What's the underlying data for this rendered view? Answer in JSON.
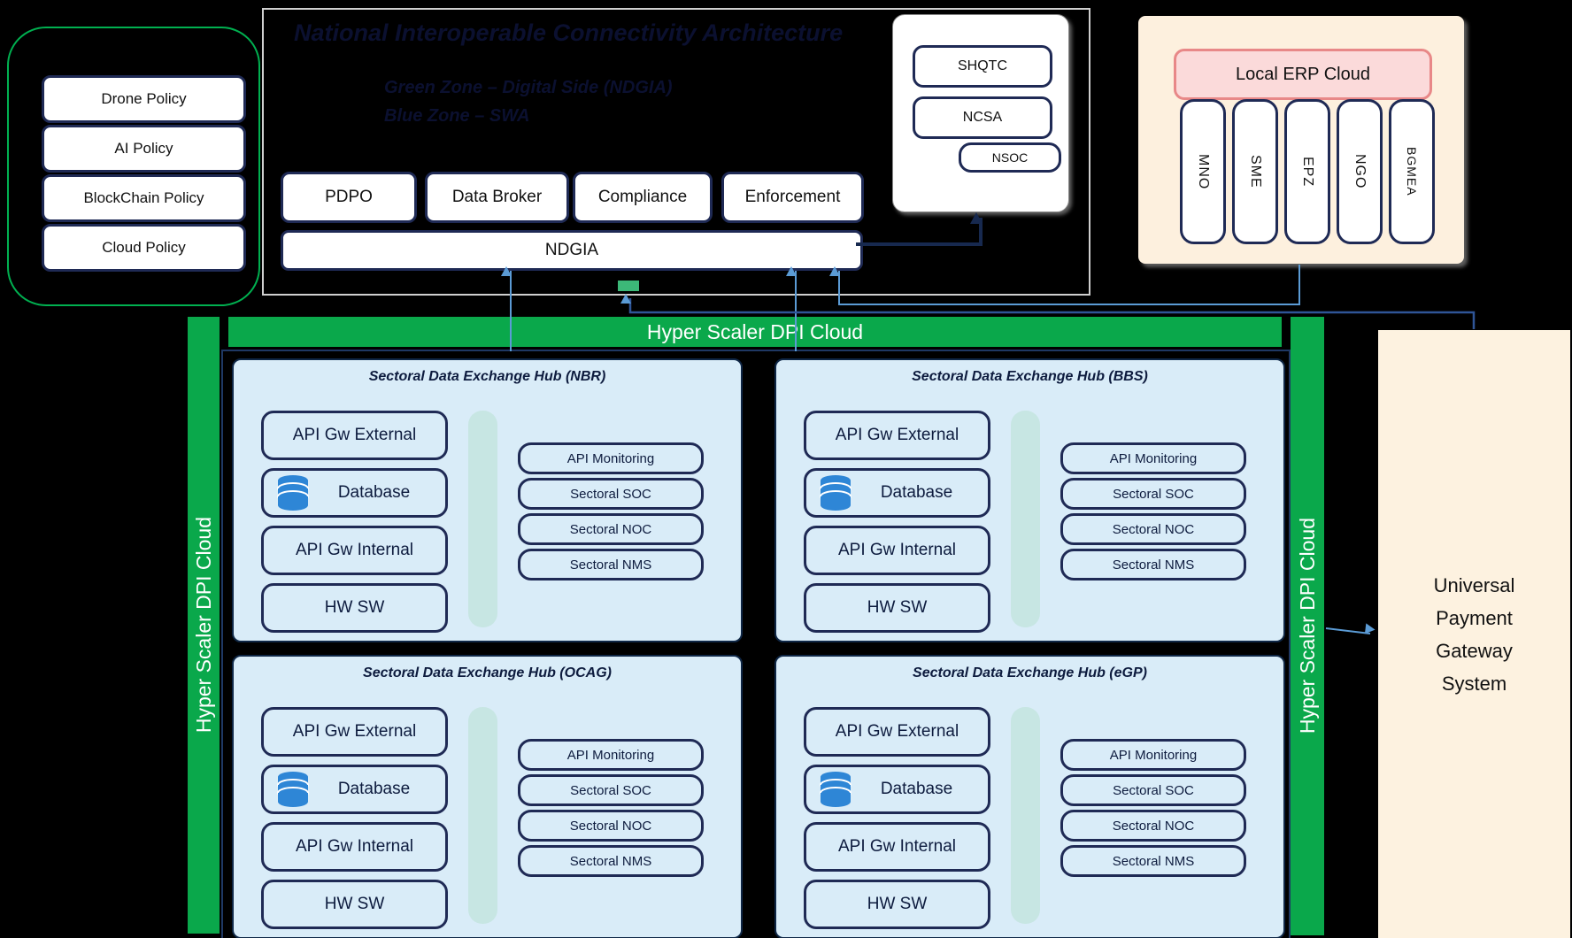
{
  "colors": {
    "background": "#000000",
    "dpi_green": "#0aa84b",
    "green_chip": "#3cb878",
    "policy_border_green": "#00b050",
    "navy_border": "#1f2a55",
    "hub_panel_blue": "#d9ecf8",
    "teal_bar": "#c7e6e3",
    "erp_cream": "#fdf0de",
    "erp_header_pink": "#fbdada",
    "erp_header_border": "#e88888",
    "payment_cream": "#fdf2e0",
    "arrow_light_blue": "#5b9bd5",
    "connector_navy": "#17294f",
    "database_icon_blue": "#2e86d6"
  },
  "policy_panel": {
    "items": [
      "Drone Policy",
      "AI Policy",
      "BlockChain Policy",
      "Cloud Policy"
    ]
  },
  "nica": {
    "title": "National Interoperable Connectivity Architecture",
    "legend_line1": "Green Zone – Digital Side (NDGIA)",
    "legend_line2": "Blue Zone – SWA",
    "boxes": [
      "PDPO",
      "Data Broker",
      "Compliance",
      "Enforcement"
    ],
    "bar_label": "NDGIA"
  },
  "gov_box": {
    "items": [
      "SHQTC",
      "NCSA",
      "NSOC"
    ]
  },
  "erp_cloud": {
    "title": "Local ERP Cloud",
    "pillars": [
      "MNO",
      "SME",
      "EPZ",
      "NGO",
      "BGMEA"
    ]
  },
  "dpi_cloud": {
    "banner_label": "Hyper Scaler DPI Cloud",
    "left_bar_label": "Hyper Scaler DPI Cloud",
    "right_bar_label": "Hyper Scaler DPI Cloud"
  },
  "hubs": [
    {
      "title": "Sectoral Data Exchange Hub (NBR)",
      "left_boxes": [
        "API Gw External",
        "Database",
        "API Gw Internal",
        "HW SW"
      ],
      "right_pills": [
        "API Monitoring",
        "Sectoral SOC",
        "Sectoral NOC",
        "Sectoral NMS"
      ]
    },
    {
      "title": "Sectoral Data Exchange Hub (BBS)",
      "left_boxes": [
        "API Gw External",
        "Database",
        "API Gw Internal",
        "HW SW"
      ],
      "right_pills": [
        "API Monitoring",
        "Sectoral SOC",
        "Sectoral NOC",
        "Sectoral NMS"
      ]
    },
    {
      "title": "Sectoral Data Exchange Hub (OCAG)",
      "left_boxes": [
        "API Gw External",
        "Database",
        "API Gw Internal",
        "HW SW"
      ],
      "right_pills": [
        "API Monitoring",
        "Sectoral SOC",
        "Sectoral NOC",
        "Sectoral NMS"
      ]
    },
    {
      "title": "Sectoral Data Exchange Hub (eGP)",
      "left_boxes": [
        "API Gw External",
        "Database",
        "API Gw Internal",
        "HW SW"
      ],
      "right_pills": [
        "API Monitoring",
        "Sectoral SOC",
        "Sectoral NOC",
        "Sectoral NMS"
      ]
    }
  ],
  "payment_gateway": {
    "lines": [
      "Universal",
      "Payment",
      "Gateway",
      "System"
    ]
  }
}
